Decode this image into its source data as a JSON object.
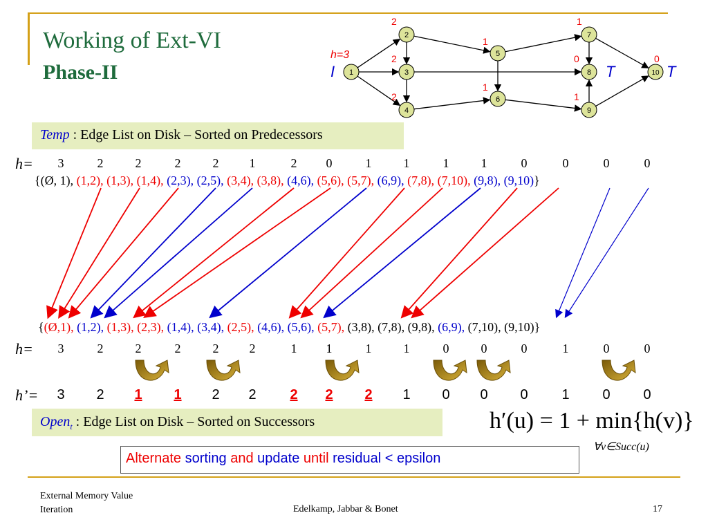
{
  "title": "Working of Ext-VI",
  "subtitle": "Phase-II",
  "graph": {
    "h_label": "h=3",
    "label_I": "I",
    "label_T": "T",
    "nodes": [
      "1",
      "2",
      "3",
      "4",
      "5",
      "6",
      "7",
      "8",
      "9",
      "10"
    ],
    "h_values": {
      "2": "2",
      "3": "2",
      "4": "2",
      "5": "1",
      "6": "1",
      "7": "1",
      "8": "0",
      "9": "1",
      "10": "0"
    }
  },
  "temp_box": {
    "term": "Temp",
    "text": " : Edge List on Disk – Sorted on Predecessors"
  },
  "row1": {
    "h_label": "h=",
    "h_values": [
      "3",
      "2",
      "2",
      "2",
      "2",
      "1",
      "2",
      "0",
      "1",
      "1",
      "1",
      "1",
      "0",
      "0",
      "0",
      "0"
    ],
    "edges": [
      {
        "t": "(Ø, 1), ",
        "c": "blk"
      },
      {
        "t": "(1,2), ",
        "c": "red"
      },
      {
        "t": "(1,3), ",
        "c": "red"
      },
      {
        "t": "(1,4), ",
        "c": "red"
      },
      {
        "t": "(2,3), ",
        "c": "blue"
      },
      {
        "t": "(2,5), ",
        "c": "blue"
      },
      {
        "t": "(3,4), ",
        "c": "red"
      },
      {
        "t": "(3,8), ",
        "c": "red"
      },
      {
        "t": "(4,6), ",
        "c": "blue"
      },
      {
        "t": "(5,6), ",
        "c": "red"
      },
      {
        "t": "(5,7), ",
        "c": "red"
      },
      {
        "t": "(6,9), ",
        "c": "blue"
      },
      {
        "t": "(7,8), ",
        "c": "red"
      },
      {
        "t": "(7,10), ",
        "c": "red"
      },
      {
        "t": "(9,8), ",
        "c": "blue"
      },
      {
        "t": "(9,10)",
        "c": "blue"
      }
    ]
  },
  "row2": {
    "h_label": "h=",
    "h_values": [
      "3",
      "2",
      "2",
      "2",
      "2",
      "2",
      "1",
      "1",
      "1",
      "1",
      "0",
      "0",
      "0",
      "1",
      "0",
      "0"
    ],
    "edges": [
      {
        "t": "(Ø,1), ",
        "c": "red"
      },
      {
        "t": "(1,2), ",
        "c": "blue"
      },
      {
        "t": "(1,3), ",
        "c": "red"
      },
      {
        "t": "(2,3), ",
        "c": "red"
      },
      {
        "t": "(1,4), ",
        "c": "blue"
      },
      {
        "t": "(3,4), ",
        "c": "blue"
      },
      {
        "t": "(2,5), ",
        "c": "red"
      },
      {
        "t": "(4,6), ",
        "c": "blue"
      },
      {
        "t": "(5,6), ",
        "c": "blue"
      },
      {
        "t": "(5,7), ",
        "c": "red"
      },
      {
        "t": "(3,8), ",
        "c": "blk"
      },
      {
        "t": "(7,8), ",
        "c": "blk"
      },
      {
        "t": "(9,8), ",
        "c": "blk"
      },
      {
        "t": "(6,9), ",
        "c": "blue"
      },
      {
        "t": "(7,10), ",
        "c": "blk"
      },
      {
        "t": "(9,10)",
        "c": "blk"
      }
    ]
  },
  "row3": {
    "h_label": "h’=",
    "values": [
      {
        "v": "3",
        "hl": false
      },
      {
        "v": "2",
        "hl": false
      },
      {
        "v": "1",
        "hl": true
      },
      {
        "v": "1",
        "hl": true
      },
      {
        "v": "2",
        "hl": false
      },
      {
        "v": "2",
        "hl": false
      },
      {
        "v": "2",
        "hl": true
      },
      {
        "v": "2",
        "hl": true
      },
      {
        "v": "2",
        "hl": true
      },
      {
        "v": "1",
        "hl": false
      },
      {
        "v": "0",
        "hl": false
      },
      {
        "v": "0",
        "hl": false
      },
      {
        "v": "0",
        "hl": false
      },
      {
        "v": "1",
        "hl": false
      },
      {
        "v": "0",
        "hl": false
      },
      {
        "v": "0",
        "hl": false
      }
    ]
  },
  "open_box": {
    "term": "Open",
    "sub": "t",
    "text": " : Edge List on Disk – Sorted on Successors"
  },
  "alternate": [
    {
      "t": "Alternate ",
      "c": "red"
    },
    {
      "t": "sorting ",
      "c": "blue"
    },
    {
      "t": "and ",
      "c": "red"
    },
    {
      "t": "update ",
      "c": "blue"
    },
    {
      "t": "until ",
      "c": "red"
    },
    {
      "t": "residual < epsilon",
      "c": "blue"
    }
  ],
  "formula": {
    "main": "h′(u) = 1 + min{h(v)}",
    "sub": "∀v∈Succ(u)"
  },
  "footer": {
    "left_line1": "External Memory Value",
    "left_line2": "Iteration",
    "center": "Edelkamp, Jabbar & Bonet",
    "page": "17"
  },
  "colors": {
    "title": "#1e6b3c",
    "box": "#e6eec0",
    "accent": "#d4a017",
    "node": "#dde49a",
    "red": "#ee0000",
    "blue": "#0000cc",
    "curl": "#a88316"
  }
}
